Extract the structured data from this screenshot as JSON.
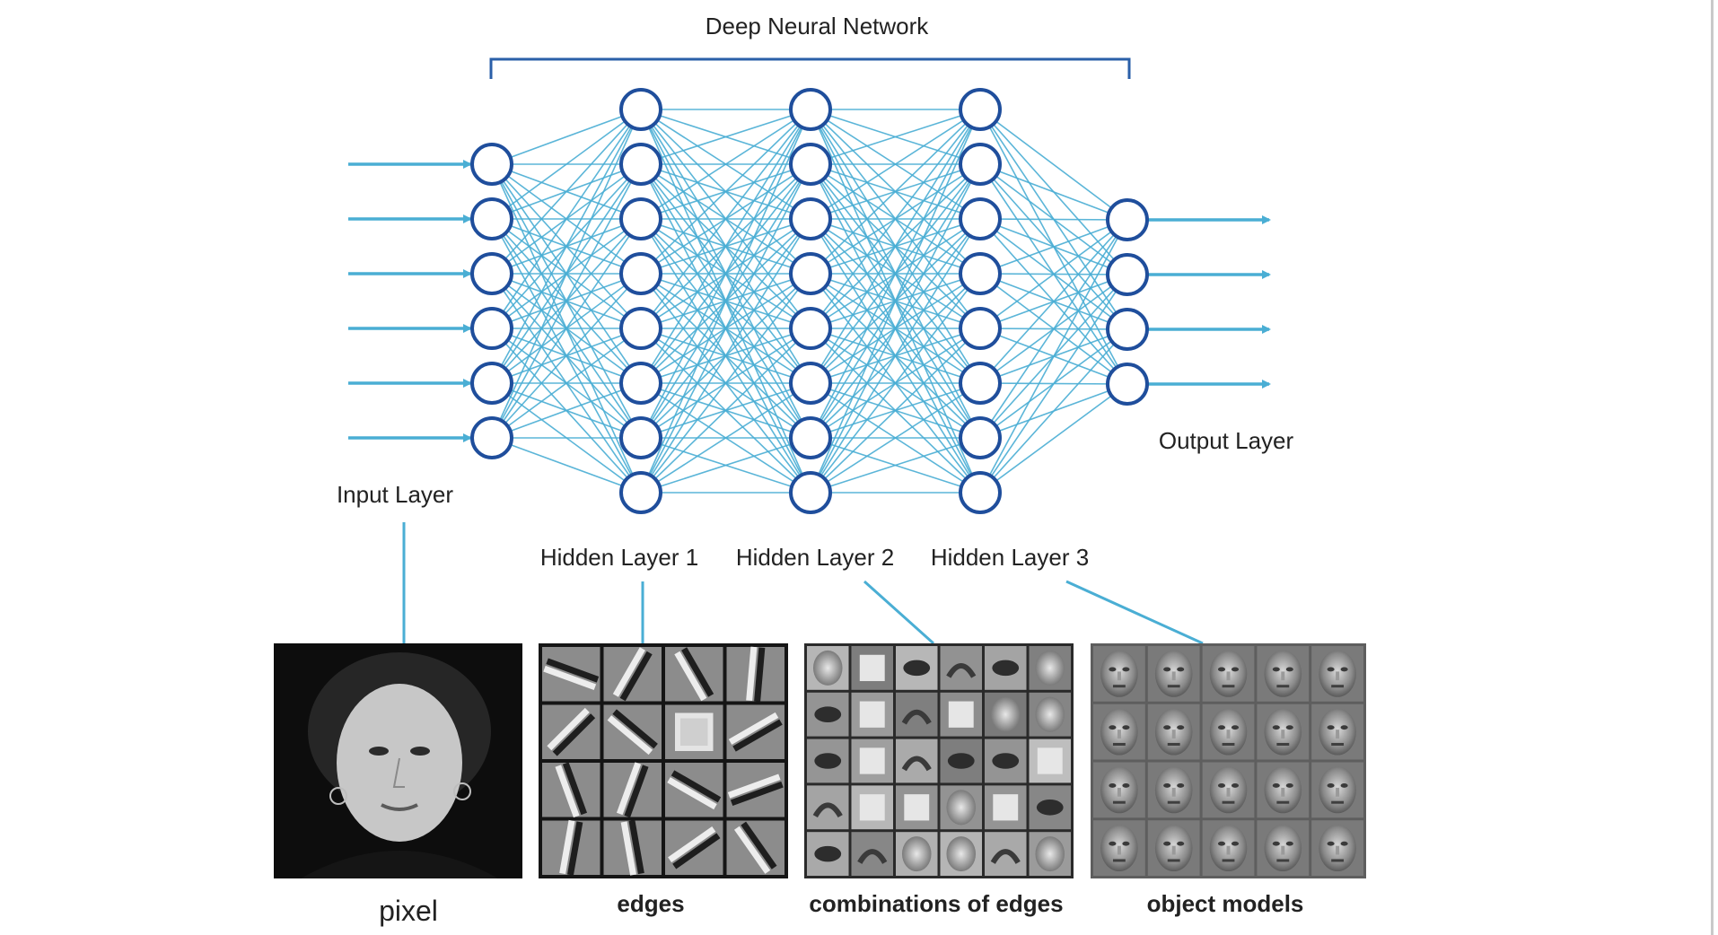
{
  "title": "Deep Neural Network",
  "layers": [
    {
      "id": "input",
      "label": "Input Layer",
      "nodes": 6
    },
    {
      "id": "hidden1",
      "label": "Hidden Layer 1",
      "nodes": 8
    },
    {
      "id": "hidden2",
      "label": "Hidden Layer 2",
      "nodes": 8
    },
    {
      "id": "hidden3",
      "label": "Hidden Layer 3",
      "nodes": 8
    },
    {
      "id": "output",
      "label": "Output Layer",
      "nodes": 4
    }
  ],
  "feature_panels": [
    {
      "id": "pixel",
      "caption": "pixel",
      "grid": [
        1,
        1
      ]
    },
    {
      "id": "edges",
      "caption": "edges",
      "grid": [
        4,
        4
      ]
    },
    {
      "id": "combo",
      "caption": "combinations of edges",
      "grid": [
        6,
        5
      ]
    },
    {
      "id": "faces",
      "caption": "object models",
      "grid": [
        5,
        4
      ]
    }
  ],
  "colors": {
    "node_stroke": "#1f4e9c",
    "connection": "#4aaed4",
    "arrow": "#4aaed4",
    "bracket": "#2a5fa8",
    "text": "#222222"
  }
}
